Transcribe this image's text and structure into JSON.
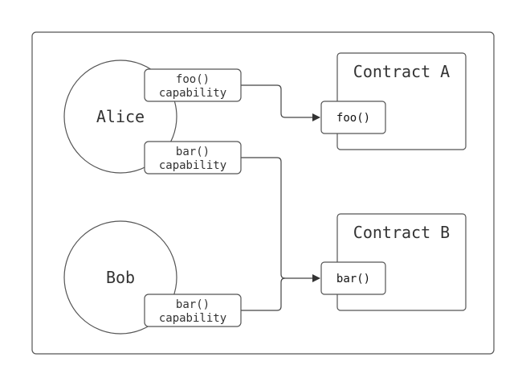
{
  "actors": {
    "alice": "Alice",
    "bob": "Bob"
  },
  "contracts": {
    "a": {
      "title": "Contract A",
      "method": "foo()"
    },
    "b": {
      "title": "Contract B",
      "method": "bar()"
    }
  },
  "capabilities": {
    "alice_foo": {
      "line1": "foo()",
      "line2": "capability"
    },
    "alice_bar": {
      "line1": "bar()",
      "line2": "capability"
    },
    "bob_bar": {
      "line1": "bar()",
      "line2": "capability"
    }
  },
  "colors": {
    "stroke": "#555555",
    "text": "#333333",
    "background": "#ffffff"
  }
}
